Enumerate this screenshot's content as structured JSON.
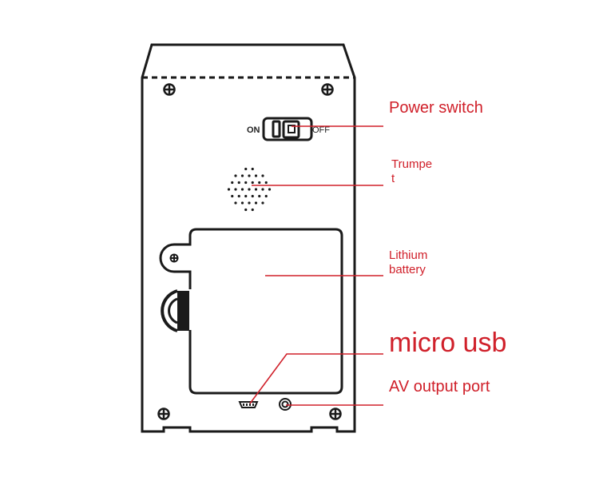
{
  "diagram": {
    "switch_on": "ON",
    "switch_off": "OFF",
    "accent_color": "#d0202a",
    "labels": {
      "power_switch": "Power switch",
      "trumpet_line1": "Trumpe",
      "trumpet_line2": "t",
      "battery_line1": "Lithium",
      "battery_line2": "battery",
      "micro_usb": "micro usb",
      "av_port": "AV output port"
    }
  }
}
